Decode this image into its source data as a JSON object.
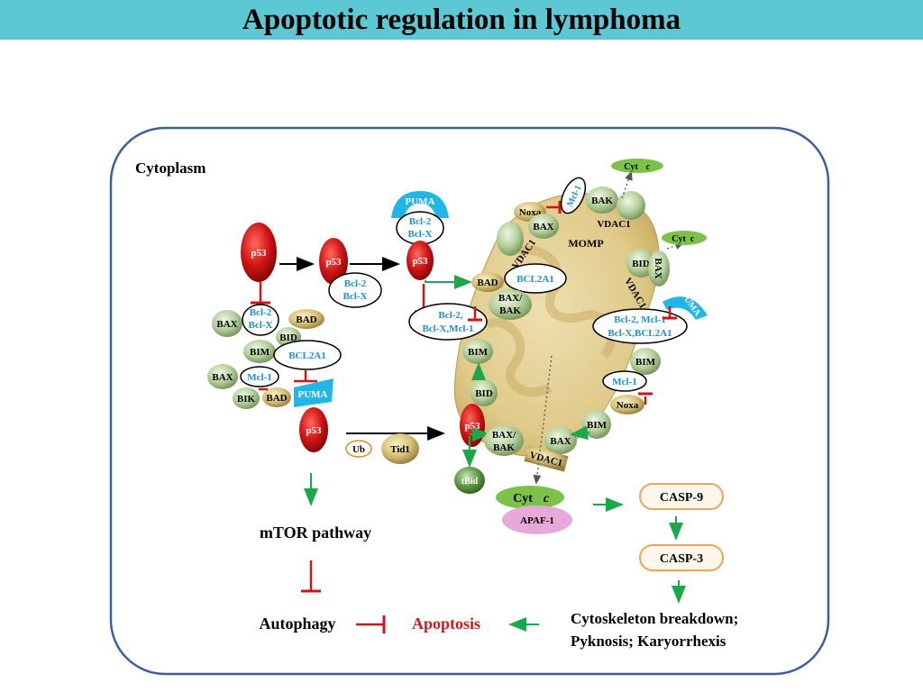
{
  "title": "Apoptotic regulation in lymphoma",
  "compartment": "Cytoplasm",
  "left_pathway": {
    "p53": "p53",
    "bcl2_a": "Bcl-2",
    "bclx_a": "Bcl-X",
    "bax_1": "BAX",
    "bad_1": "BAD",
    "bid_1": "BID",
    "bim_1": "BIM",
    "bcl2a1_1": "BCL2A1",
    "bax_2": "BAX",
    "mcl1_1": "Mcl-1",
    "bik": "BIK",
    "bad_2": "BAD",
    "puma_1": "PUMA",
    "p53_c": "p53",
    "ub": "Ub",
    "tid1": "Tid1"
  },
  "top_pathway": {
    "p53_a": "p53",
    "bcl2_b": "Bcl-2",
    "bclx_b": "Bcl-X",
    "puma_top": "PUMA",
    "bcl2_top": "Bcl-2",
    "bclx_top": "Bcl-X",
    "p53_b": "p53",
    "bcl_group": "Bcl-2,",
    "bcl_group2": "Bcl-X,Mcl-1"
  },
  "mitochondrion": {
    "bad": "BAD",
    "bcl2a1": "BCL2A1",
    "bax_bak": "BAX/",
    "bax_bak2": "BAK",
    "bim": "BIM",
    "bid": "BID",
    "p53": "p53",
    "bax_bak_b": "BAX/",
    "bax_bak_b2": "BAK",
    "tbid": "tBid",
    "bax_c": "BAX",
    "vdac1_bottom": "VDAC1",
    "bim_c": "BIM",
    "noxa_top": "Noxa",
    "mcl1_top": "Mcl-1",
    "bak_top": "BAK",
    "bax_top": "BAX",
    "vdac1_top": "VDAC1",
    "vdac1_left": "VDAC1",
    "momp": "MOMP",
    "cytc_1": "Cyt",
    "cytc_2": "Cyt",
    "cytc_italic": "c",
    "bid_right": "BID",
    "bax_right": "BAX",
    "vdac1_right": "VDAC1",
    "puma_right": "PUMA",
    "bcl_right1": "Bcl-2, Mcl-1",
    "bcl_right2": "Bcl-X,BCL2A1",
    "bim_right": "BIM",
    "mcl1_right": "Mcl-1",
    "noxa_right": "Noxa"
  },
  "cascade": {
    "cytc": "Cyt",
    "cytc_italic": "c",
    "apaf1": "APAF-1",
    "casp9": "CASP-9",
    "casp3": "CASP-3",
    "outcome_line1": "Cytoskeleton breakdown;",
    "outcome_line2": "Pyknosis; Karyorrhexis",
    "apoptosis": "Apoptosis",
    "mtor": "mTOR pathway",
    "autophagy": "Autophagy"
  },
  "colors": {
    "title_bar": "#5bc8d3",
    "cell_border": "#3d5f9e",
    "p53_red": "#d11414",
    "protein_green": "#b5cf9b",
    "protein_gold": "#d8c27a",
    "puma_cyan": "#22b6e6",
    "label_blue": "#1a8fd6",
    "inhibit_red": "#d11414",
    "activate_green": "#1aa84a",
    "casp_orange": "#f0a15a",
    "cytc_green": "#7cc14a",
    "apaf_pink": "#e7a9d8",
    "mito_fill": "#e3cf94"
  }
}
